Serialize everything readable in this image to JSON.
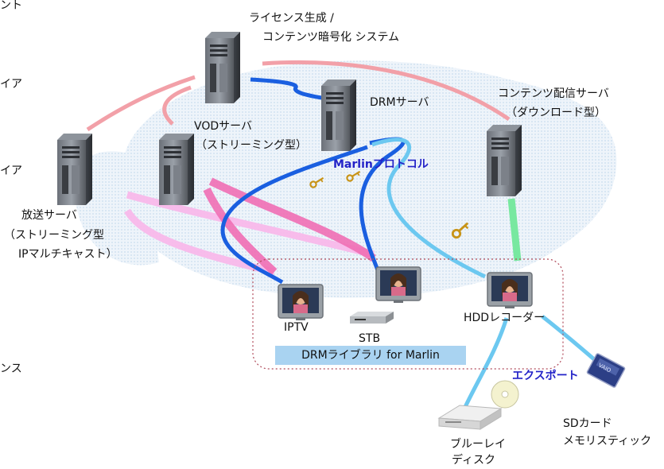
{
  "labels": {
    "edge_top": "ント",
    "edge_mid1": "イア",
    "edge_mid2": "イア",
    "edge_bottom": "ンス",
    "license_server_1": "ライセンス生成 /",
    "license_server_2": "コンテンツ暗号化 システム",
    "drm_server": "DRMサーバ",
    "content_server_1": "コンテンツ配信サーバ",
    "content_server_2": "（ダウンロード型）",
    "vod_server_1": "VODサーバ",
    "vod_server_2": "（ストリーミング型）",
    "broadcast_server_1": "放送サーバ",
    "broadcast_server_2": "（ストリーミング型",
    "broadcast_server_3": "IPマルチキャスト）",
    "marlin_protocol": "Marlinプロトコル",
    "iptv": "IPTV",
    "stb": "STB",
    "hdd_recorder": "HDDレコーダー",
    "drm_library": "DRMライブラリ for Marlin",
    "export": "エクスポート",
    "bluray_1": "ブルーレイ",
    "bluray_2": "ディスク",
    "sdcard_1": "SDカード",
    "sdcard_2": "メモリスティック",
    "sd_logo": "VAIO"
  },
  "colors": {
    "pink_link": "#f2a0a8",
    "magenta_link": "#f06eb4",
    "light_pink_link": "#f8b8ea",
    "blue_link": "#1a5fe0",
    "light_blue_link": "#6cc8f0",
    "green_link": "#78e8a0",
    "cloud": "#dce9f4",
    "key": "#c89418"
  },
  "icons": [
    "server-icon",
    "tv-icon",
    "stb-icon",
    "key-icon",
    "bluray-drive-icon",
    "disc-icon",
    "sd-card-icon"
  ]
}
